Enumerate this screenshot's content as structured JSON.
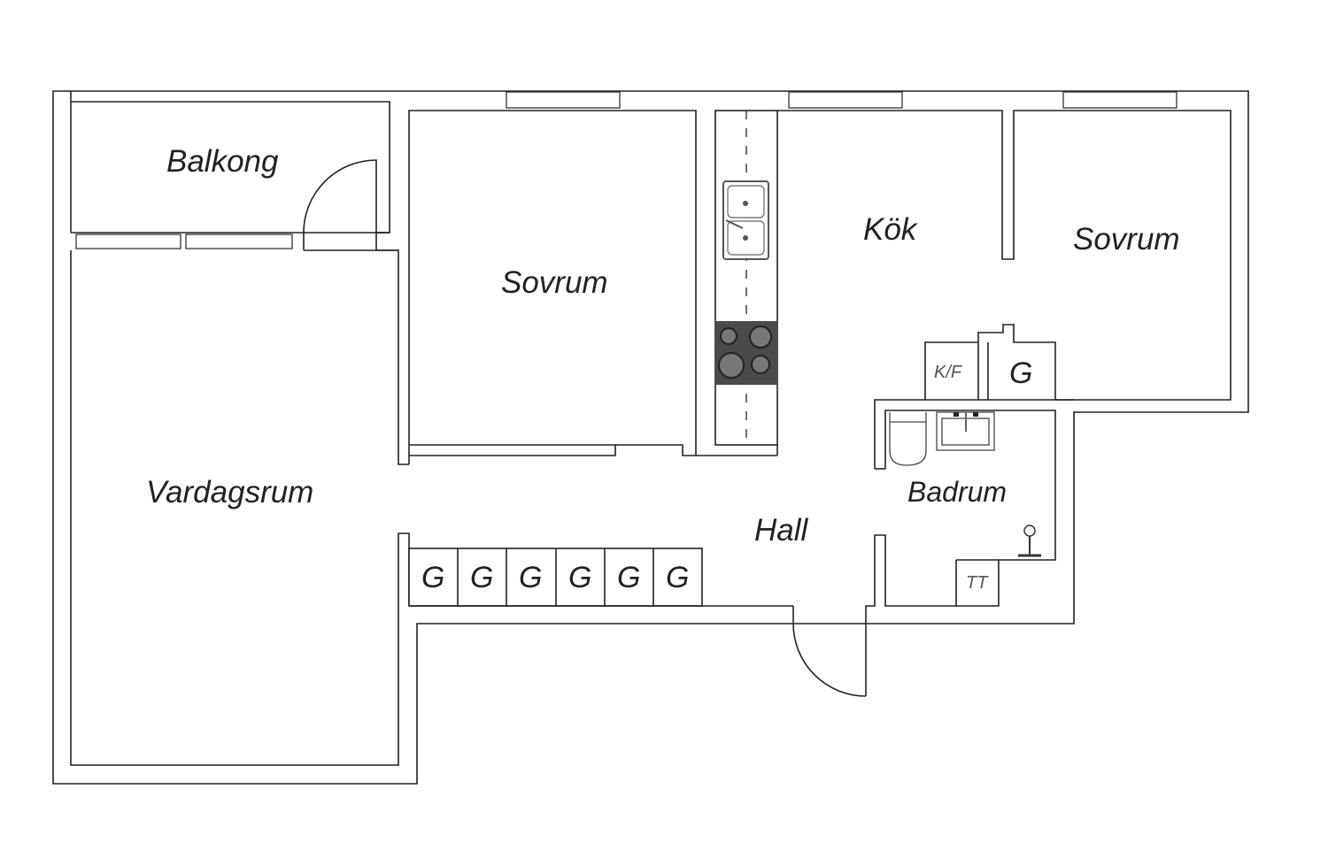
{
  "rooms": {
    "balcony": "Balkong",
    "bedroom1": "Sovrum",
    "kitchen": "Kök",
    "bedroom2": "Sovrum",
    "living_room": "Vardagsrum",
    "hall": "Hall",
    "bathroom": "Badrum"
  },
  "fixtures": {
    "fridge_freezer": "K/F",
    "wardrobe": "G",
    "washer": "TT",
    "hall_wardrobes": [
      "G",
      "G",
      "G",
      "G",
      "G",
      "G"
    ]
  }
}
